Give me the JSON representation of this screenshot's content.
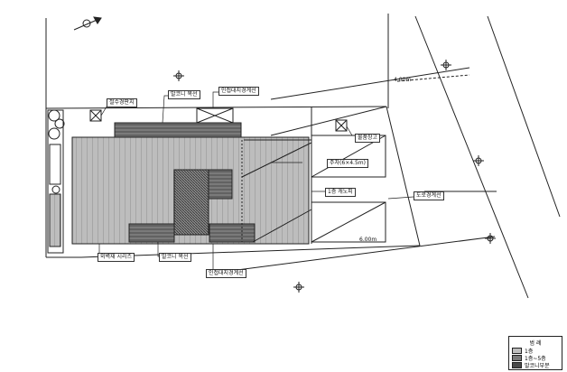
{
  "labels": {
    "water_tank": "절수경판지",
    "balcony_top": "발코니 목선",
    "adjacent_boundary_top": "인접대지경계선",
    "mech_room": "물품창고",
    "parking_space": "주차(6×4.5m)",
    "ground_ramp": "1층 캐노피",
    "road_boundary": "도로경계선",
    "outdoor_wall": "외벽재 시리즈",
    "balcony_bottom": "발코니 목선",
    "adjacent_boundary_bottom": "인접대지경계선",
    "north_symbol": "N",
    "dim_top_road": "4.00m",
    "dim_bottom": "6.00m"
  },
  "legend": {
    "title": "범 례",
    "items": [
      {
        "label": "1층",
        "pattern": "light"
      },
      {
        "label": "1층~5층",
        "pattern": "medium"
      },
      {
        "label": "발코니부분",
        "pattern": "dark"
      }
    ]
  }
}
